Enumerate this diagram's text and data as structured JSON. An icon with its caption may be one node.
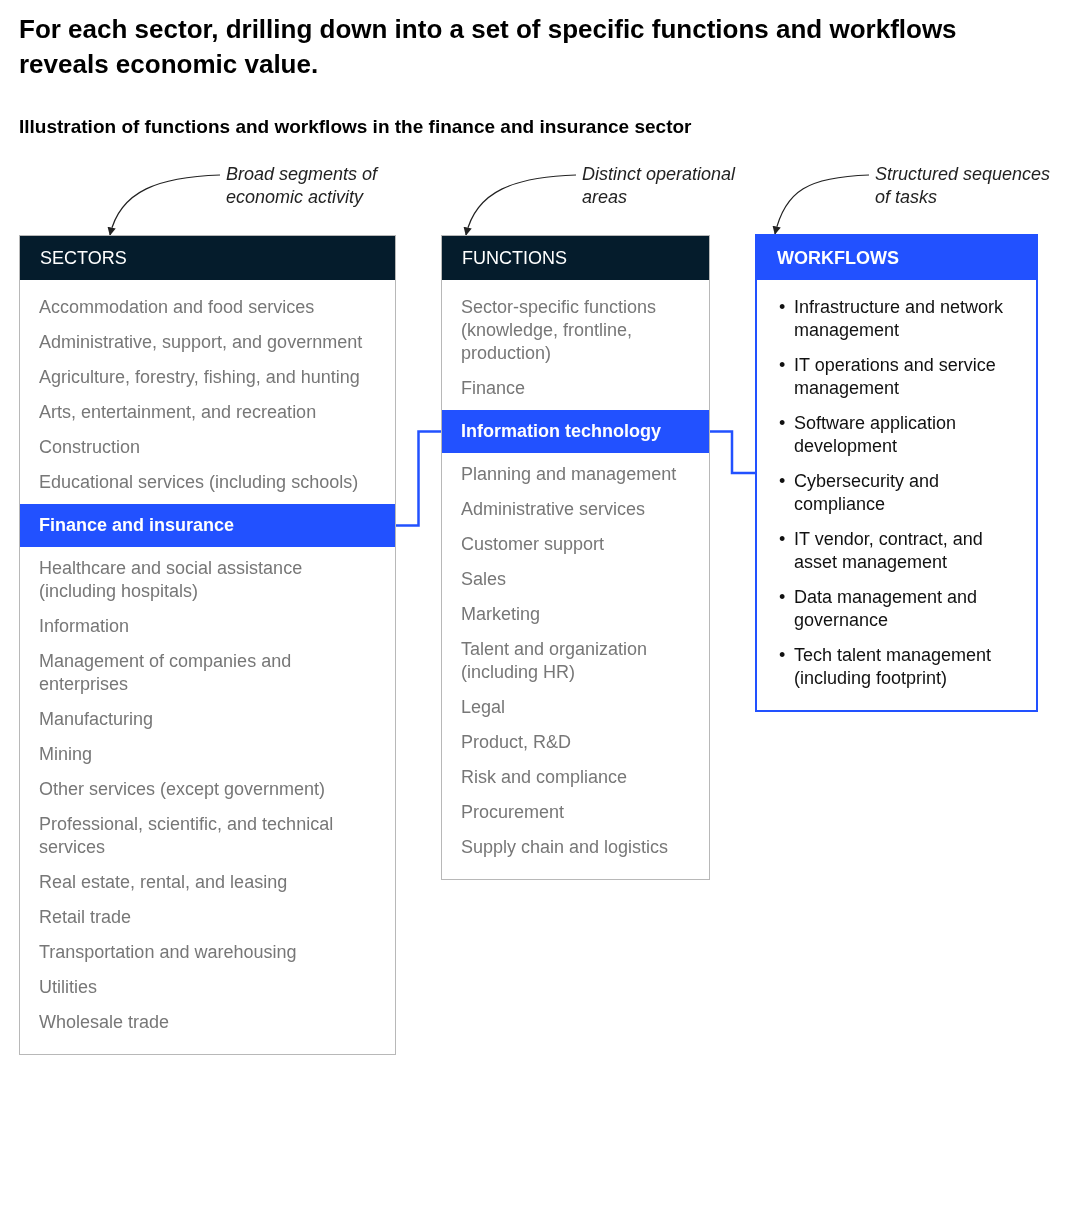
{
  "diagram": {
    "title": "For each sector, drilling down into a set of specific functions and workflows reveals economic value.",
    "nodes": [
      {
        "text": [
          "Broad segments of economic activity"
        ]
      },
      {
        "text": [
          "Distinct operational areas"
        ]
      },
      {
        "text": [
          "Structured sequences of tasks"
        ]
      },
      {
        "text": [
          "SECTORS"
        ]
      },
      {
        "text": [
          "Accommodation and food services"
        ],
        "in": 3
      },
      {
        "text": [
          "Administrative, support, and government"
        ],
        "in": 3
      },
      {
        "text": [
          "Agriculture, forestry, fishing, and hunting"
        ],
        "in": 3
      },
      {
        "text": [
          "Arts, entertainment, and recreation"
        ],
        "in": 3
      },
      {
        "text": [
          "Construction"
        ],
        "in": 3
      },
      {
        "text": [
          "Educational services (including schools)"
        ],
        "in": 3
      },
      {
        "text": [
          "Finance and insurance"
        ],
        "in": 3
      },
      {
        "text": [
          "Healthcare and social assistance (including hospitals)"
        ],
        "in": 3
      },
      {
        "text": [
          "Information"
        ],
        "in": 3
      },
      {
        "text": [
          "Management of companies and enterprises"
        ],
        "in": 3
      },
      {
        "text": [
          "Manufacturing"
        ],
        "in": 3
      },
      {
        "text": [
          "Mining"
        ],
        "in": 3
      },
      {
        "text": [
          "Other services (except government)"
        ],
        "in": 3
      },
      {
        "text": [
          "Professional, scientific, and technical services"
        ],
        "in": 3
      },
      {
        "text": [
          "Real estate, rental, and leasing"
        ],
        "in": 3
      },
      {
        "text": [
          "Retail trade"
        ],
        "in": 3
      },
      {
        "text": [
          "Transportation and warehousing"
        ],
        "in": 3
      },
      {
        "text": [
          "Utilities"
        ],
        "in": 3
      },
      {
        "text": [
          "Wholesale trade"
        ],
        "in": 3
      },
      {
        "text": [
          "FUNCTIONS"
        ]
      },
      {
        "text": [
          "Sector-specific functions (knowledge, frontline, production)"
        ],
        "in": 23
      },
      {
        "text": [
          "Finance"
        ],
        "in": 23
      },
      {
        "text": [
          "Information technology"
        ],
        "in": 23
      },
      {
        "text": [
          "Planning and management"
        ],
        "in": 23
      },
      {
        "text": [
          "Administrative services"
        ],
        "in": 23
      },
      {
        "text": [
          "Customer support"
        ],
        "in": 23
      },
      {
        "text": [
          "Sales"
        ],
        "in": 23
      },
      {
        "text": [
          "Marketing"
        ],
        "in": 23
      },
      {
        "text": [
          "Talent and organization (including HR)"
        ],
        "in": 23
      },
      {
        "text": [
          "Legal"
        ],
        "in": 23
      },
      {
        "text": [
          "Product, R&D"
        ],
        "in": 23
      },
      {
        "text": [
          "Risk and compliance"
        ],
        "in": 23
      },
      {
        "text": [
          "Procurement"
        ],
        "in": 23
      },
      {
        "text": [
          "Supply chain and logistics"
        ],
        "in": 23
      },
      {
        "text": [
          "WORKFLOWS"
        ]
      },
      {
        "text": [
          "•",
          "Infrastructure and network management"
        ],
        "in": 38
      },
      {
        "text": [
          "•",
          "IT operations and service management"
        ],
        "in": 38
      },
      {
        "text": [
          "•",
          "Software application development"
        ],
        "in": 38
      },
      {
        "text": [
          "•",
          "Cybersecurity and compliance"
        ],
        "in": 38
      },
      {
        "text": [
          "•",
          "IT vendor, contract, and asset management"
        ],
        "in": 38
      },
      {
        "text": [
          "•",
          "Data management and governance"
        ],
        "in": 38
      },
      {
        "text": [
          "•",
          "Tech talent management (including footprint)"
        ],
        "in": 38
      }
    ],
    "edges": [
      {
        "from": 0,
        "to": 3,
        "arrow": "to"
      },
      {
        "from": 1,
        "to": 23,
        "arrow": "to"
      },
      {
        "from": 2,
        "to": 38,
        "arrow": "to"
      },
      {
        "from": 10,
        "to": 26,
        "arrow": "none",
        "color": "#2251ff"
      },
      {
        "from": 26,
        "to": 38,
        "arrow": "none",
        "color": "#2251ff"
      }
    ],
    "labels": [
      "Illustration of functions and workflows in the finance and insurance sector"
    ]
  }
}
